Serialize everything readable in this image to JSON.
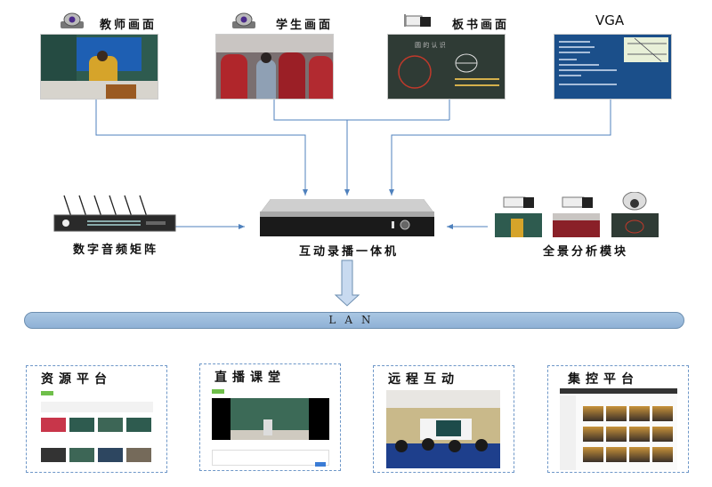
{
  "sources": [
    {
      "id": "teacher",
      "label": "教师画面",
      "icon": "ptz-camera-icon"
    },
    {
      "id": "student",
      "label": "学生画面",
      "icon": "ptz-camera-icon"
    },
    {
      "id": "blackboard",
      "label": "板书画面",
      "icon": "box-camera-icon"
    },
    {
      "id": "vga",
      "label": "VGA",
      "icon": null
    }
  ],
  "devices": {
    "audio_matrix": "数字音频矩阵",
    "recorder": "互动录播一体机",
    "analysis": "全景分析模块"
  },
  "network": {
    "label": "LAN"
  },
  "platforms": [
    {
      "label": "资源平台"
    },
    {
      "label": "直播课堂"
    },
    {
      "label": "远程互动"
    },
    {
      "label": "集控平台"
    }
  ],
  "colors": {
    "line": "#4f81bd",
    "lan_fill": "#9dbde0",
    "dash": "#6e97c8"
  }
}
